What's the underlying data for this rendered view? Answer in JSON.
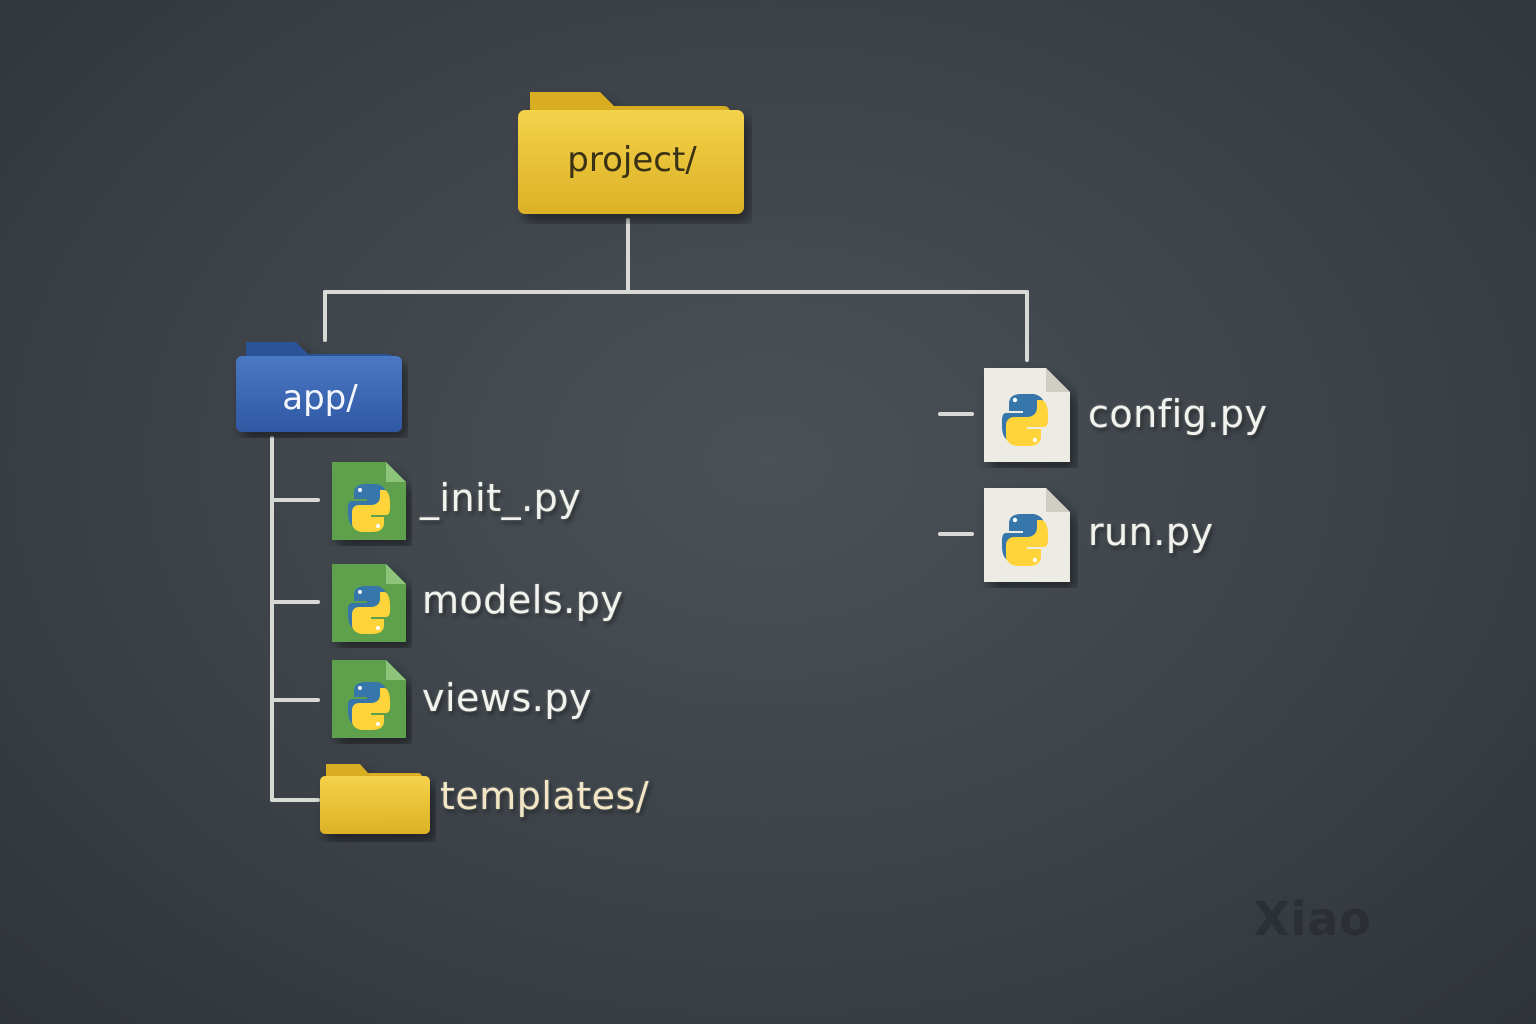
{
  "tree": {
    "root": {
      "label": "project/",
      "kind": "folder",
      "color": "#e8c234"
    },
    "app_folder": {
      "label": "app/",
      "kind": "folder",
      "color": "#3d6ab5"
    },
    "app_children": [
      {
        "label": "_init_.py",
        "kind": "python-file",
        "color": "#5ea04e"
      },
      {
        "label": "models.py",
        "kind": "python-file",
        "color": "#5ea04e"
      },
      {
        "label": "views.py",
        "kind": "python-file",
        "color": "#5ea04e"
      },
      {
        "label": "templates/",
        "kind": "folder",
        "color": "#e8c234"
      }
    ],
    "root_files": [
      {
        "label": "config.py",
        "kind": "python-file",
        "color": "#ecebe4"
      },
      {
        "label": "run.py",
        "kind": "python-file",
        "color": "#ecebe4"
      }
    ]
  },
  "watermark": {
    "text": "Xiao"
  },
  "icons": [
    "folder-icon",
    "python-file-icon"
  ],
  "colors": {
    "board": "#3c4248",
    "chalk": "#e9e9e4",
    "python_blue": "#3776ab",
    "python_yellow": "#ffd43b"
  }
}
